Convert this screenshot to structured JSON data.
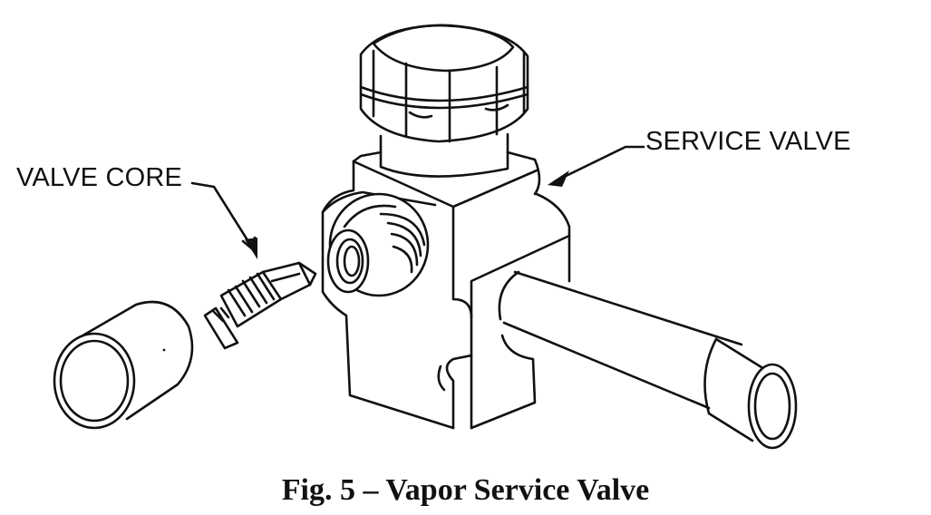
{
  "labels": {
    "valve_core": "VALVE CORE",
    "service_valve": "SERVICE VALVE"
  },
  "caption": "Fig. 5 – Vapor Service Valve",
  "colors": {
    "ink": "#111111",
    "paper": "#ffffff"
  }
}
